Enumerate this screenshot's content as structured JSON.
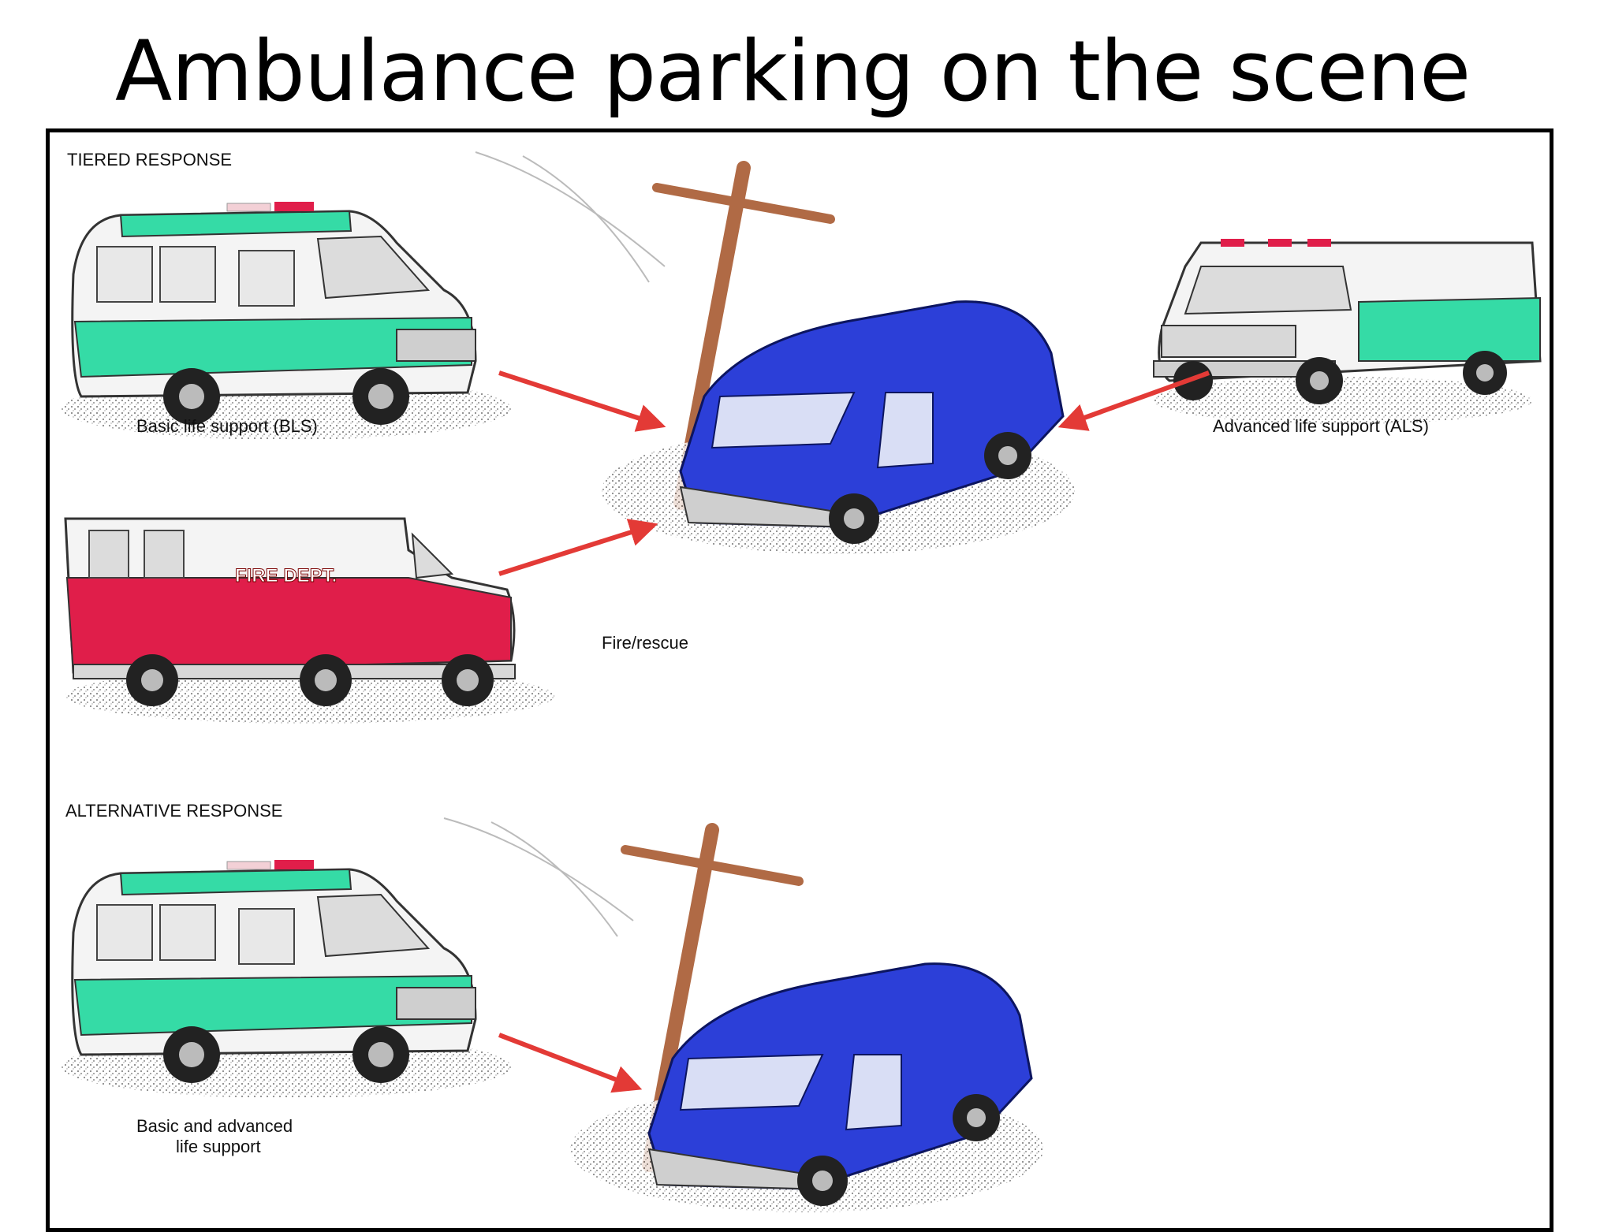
{
  "slide": {
    "title": "Ambulance parking on the scene"
  },
  "diagram": {
    "tiered": {
      "heading": "TIERED RESPONSE",
      "bls_label": "Basic life support (BLS)",
      "als_label": "Advanced life support (ALS)",
      "fire_label": "Fire/rescue",
      "fire_truck_text": "FIRE DEPT."
    },
    "alternative": {
      "heading": "ALTERNATIVE RESPONSE",
      "label_line1": "Basic and advanced",
      "label_line2": "life support"
    }
  },
  "colors": {
    "ambulance_green": "#35dba6",
    "fire_red": "#e01e4a",
    "crashed_van_blue": "#2c3fd8",
    "pole_brown": "#b06a45",
    "arrow_red": "#e33a36"
  }
}
